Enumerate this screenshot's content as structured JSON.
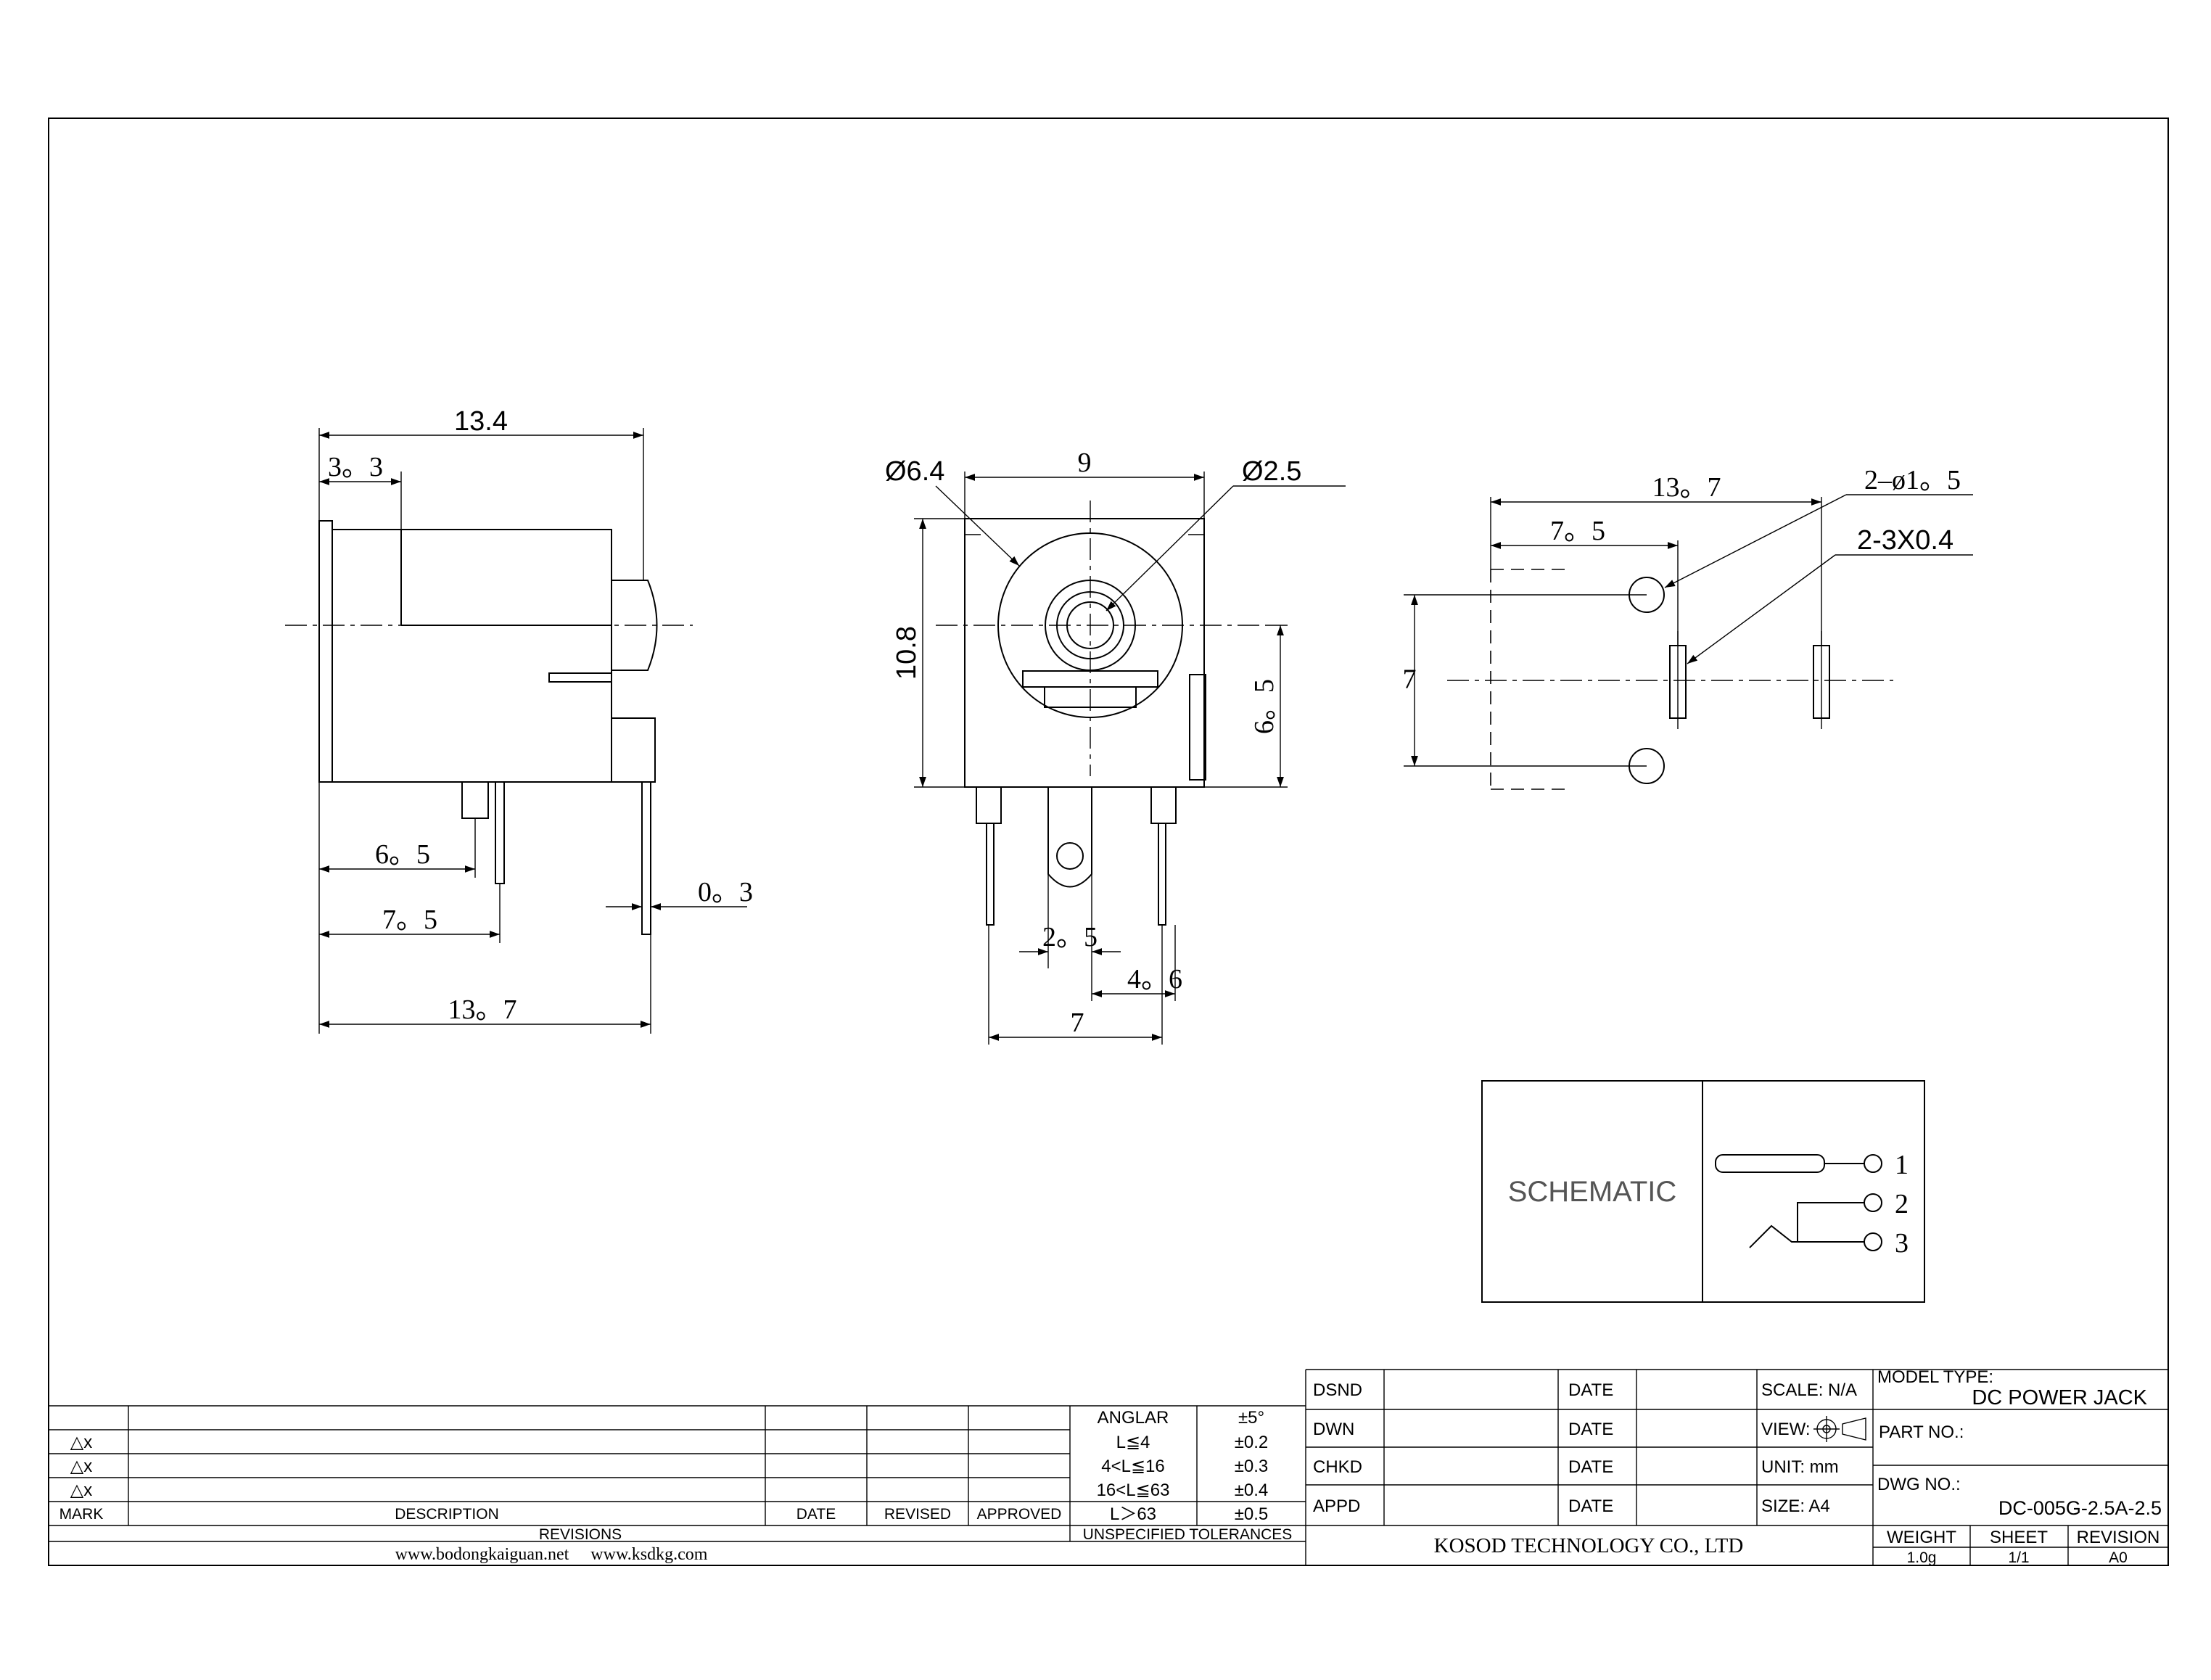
{
  "side_view": {
    "dims": {
      "d13_4": "13.4",
      "d3_3": "3。3",
      "d6_5": "6。5",
      "d7_5": "7。5",
      "d13_7": "13。7",
      "d0_3": "0。3"
    }
  },
  "front_view": {
    "dims": {
      "d9": "9",
      "dia6_4": "Ø6.4",
      "dia2_5": "Ø2.5",
      "d10_8": "10.8",
      "d6_5": "6。5",
      "d2_5": "2。5",
      "d4_6": "4。6",
      "d7": "7"
    }
  },
  "pcb_view": {
    "dims": {
      "d13_7": "13。7",
      "d7_5": "7。5",
      "d7": "7",
      "hole": "2–ø1。5",
      "slot": "2-3X0.4"
    }
  },
  "schematic": {
    "label": "SCHEMATIC",
    "pins": [
      "1",
      "2",
      "3"
    ]
  },
  "revisions": {
    "rows": [
      {
        "mark": "△x"
      },
      {
        "mark": "△x"
      },
      {
        "mark": "△x"
      }
    ],
    "headers": {
      "mark": "MARK",
      "description": "DESCRIPTION",
      "date": "DATE",
      "revised": "REVISED",
      "approved": "APPROVED"
    },
    "footer": "REVISIONS",
    "websites": "www.bodongkaiguan.net     www.ksdkg.com"
  },
  "tolerances": {
    "rows": [
      {
        "range": "ANGLAR",
        "value": "±5°"
      },
      {
        "range": "L≦4",
        "value": "±0.2"
      },
      {
        "range": "4<L≦16",
        "value": "±0.3"
      },
      {
        "range": "16<L≦63",
        "value": "±0.4"
      },
      {
        "range": "L＞63",
        "value": "±0.5"
      }
    ],
    "footer": "UNSPECIFIED TOLERANCES"
  },
  "signoff": {
    "rows": [
      {
        "role": "DSND",
        "date_label": "DATE"
      },
      {
        "role": "DWN",
        "date_label": "DATE"
      },
      {
        "role": "CHKD",
        "date_label": "DATE"
      },
      {
        "role": "APPD",
        "date_label": "DATE"
      }
    ],
    "scale": "SCALE: N/A",
    "view": "VIEW:",
    "unit": "UNIT: mm",
    "size": "SIZE: A4",
    "company": "KOSOD TECHNOLOGY CO., LTD"
  },
  "title_block": {
    "model_type_label": "MODEL TYPE:",
    "model_type": "DC POWER JACK",
    "part_no_label": "PART NO.:",
    "dwg_no_label": "DWG NO.:",
    "dwg_no": "DC-005G-2.5A-2.5",
    "weight_label": "WEIGHT",
    "weight": "1.0g",
    "sheet_label": "SHEET",
    "sheet": "1/1",
    "revision_label": "REVISION",
    "revision": "A0"
  }
}
